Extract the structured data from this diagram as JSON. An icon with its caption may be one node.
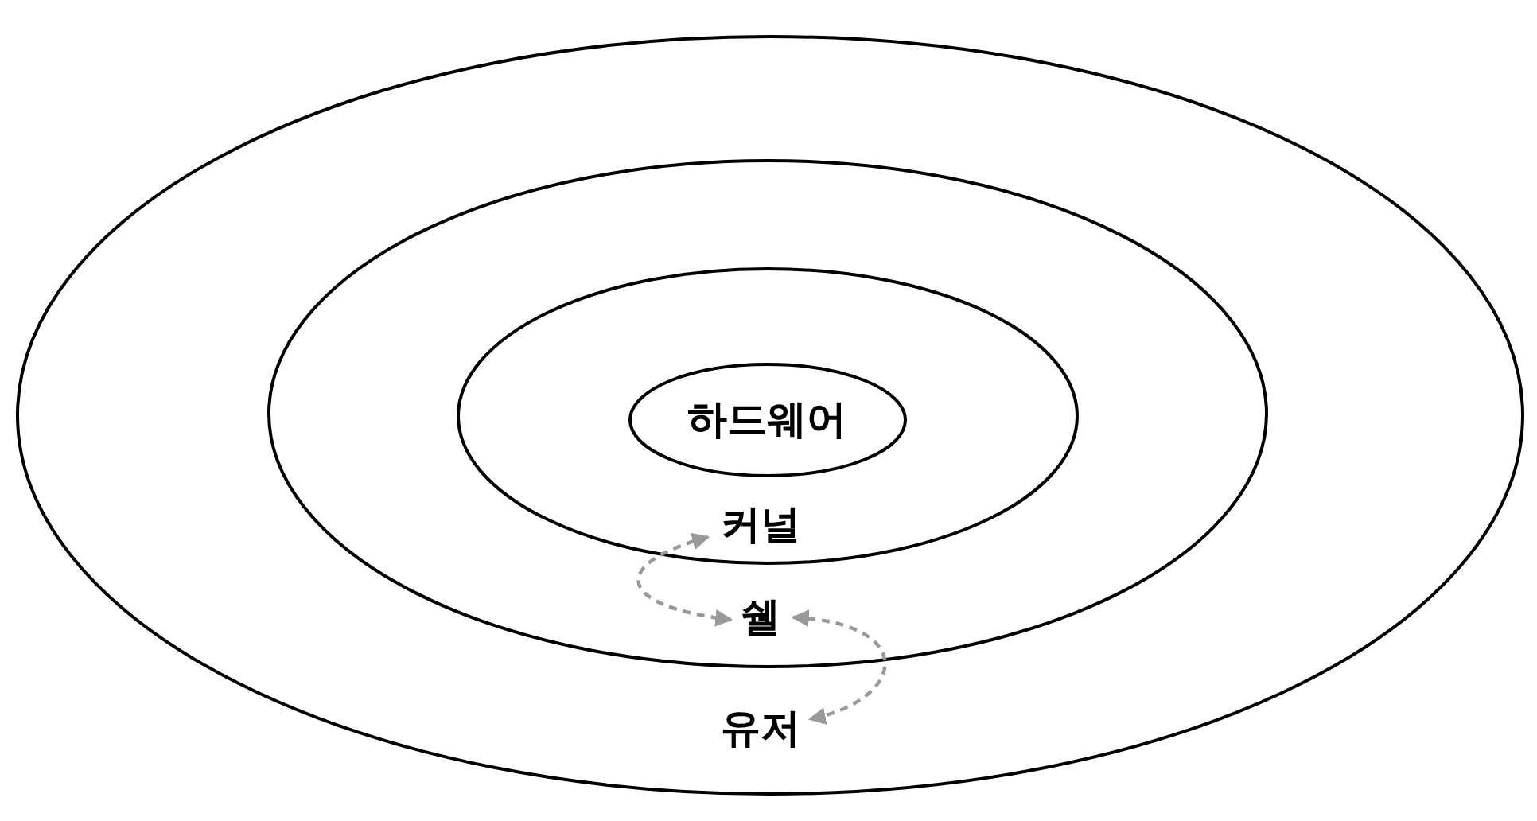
{
  "diagram": {
    "nodes": [
      {
        "text": [
          "유저"
        ]
      },
      {
        "text": [
          "쉘"
        ],
        "in": 0
      },
      {
        "text": [
          "커널"
        ],
        "in": 1
      },
      {
        "text": [
          "하드웨어"
        ],
        "in": 2
      }
    ],
    "edges": [
      {
        "from": 2,
        "to": 1,
        "arrow": "both",
        "style": "dashed"
      },
      {
        "from": 1,
        "to": 0,
        "arrow": "both",
        "style": "dashed"
      }
    ]
  }
}
